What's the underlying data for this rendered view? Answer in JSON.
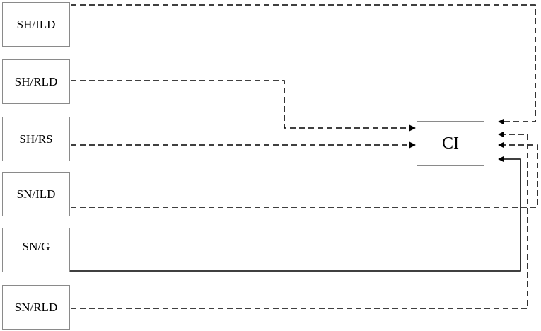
{
  "nodes": {
    "sh_ild": "SH/ILD",
    "sh_rld": "SH/RLD",
    "sh_rs": "SH/RS",
    "sn_ild": "SN/ILD",
    "sn_g": "SN/G",
    "sn_rld": "SN/RLD",
    "ci": "CI"
  },
  "connections": [
    {
      "from": "SH/ILD",
      "to": "CI",
      "style": "dashed"
    },
    {
      "from": "SH/RLD",
      "to": "CI",
      "style": "dashed"
    },
    {
      "from": "SH/RS",
      "to": "CI",
      "style": "dashed"
    },
    {
      "from": "SN/ILD",
      "to": "CI",
      "style": "dashed"
    },
    {
      "from": "SN/G",
      "to": "CI",
      "style": "solid"
    },
    {
      "from": "SN/RLD",
      "to": "CI",
      "style": "dashed"
    }
  ],
  "colors": {
    "line": "#000000",
    "box_border": "#8a8a8a"
  }
}
